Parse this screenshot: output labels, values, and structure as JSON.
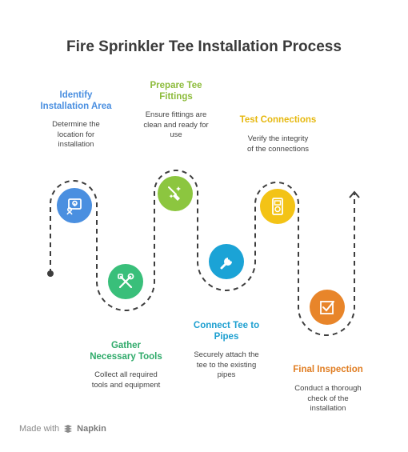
{
  "title": "Fire Sprinkler Tee Installation Process",
  "steps": [
    {
      "title": "Identify\nInstallation Area",
      "description": "Determine the\nlocation for\ninstallation",
      "color": "#4a8fe0",
      "title_color": "#4a8fe0",
      "icon": "map-pin-icon"
    },
    {
      "title": "Gather\nNecessary Tools",
      "description": "Collect all required\ntools and equipment",
      "color": "#39bf7a",
      "title_color": "#2faa6a",
      "icon": "tools-icon"
    },
    {
      "title": "Prepare Tee\nFittings",
      "description": "Ensure fittings are\nclean and ready for\nuse",
      "color": "#8cc63f",
      "title_color": "#8cbb3a",
      "icon": "cleaning-icon"
    },
    {
      "title": "Connect Tee to\nPipes",
      "description": "Securely attach the\ntee to the existing\npipes",
      "color": "#1ba3d6",
      "title_color": "#1c9fd0",
      "icon": "wrench-icon"
    },
    {
      "title": "Test Connections",
      "description": "Verify the integrity\nof the connections",
      "color": "#f3c316",
      "title_color": "#e6b80f",
      "icon": "tester-icon"
    },
    {
      "title": "Final Inspection",
      "description": "Conduct a thorough\ncheck of the\ninstallation",
      "color": "#e8852a",
      "title_color": "#e07d22",
      "icon": "checklist-icon"
    }
  ],
  "footer": {
    "made_with": "Made with",
    "brand": "Napkin"
  }
}
